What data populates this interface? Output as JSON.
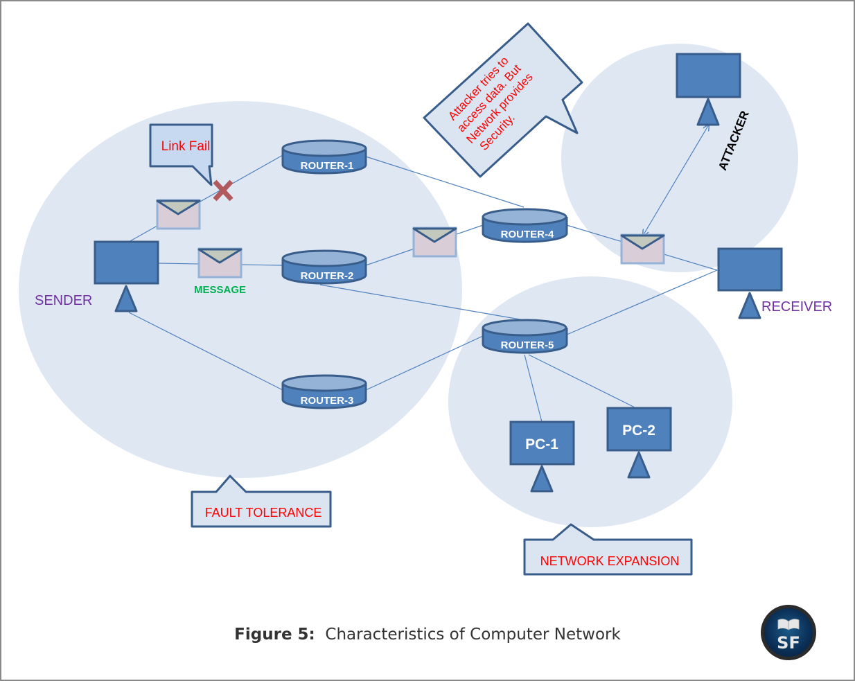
{
  "figure": {
    "caption_prefix": "Figure 5:",
    "caption_text": "Characteristics of Computer Network"
  },
  "colors": {
    "region_fill": "#dfe7f3",
    "node_fill": "#4f81bd",
    "node_stroke": "#385d8a",
    "router_top": "#95b3d7",
    "link": "#4f81bd",
    "envelope_body": "#d9cdd8",
    "envelope_flap": "#c4c9bd",
    "callout_fill": "#dbe5f1",
    "red_text": "#ff0000",
    "purple_text": "#7030a0",
    "green_text": "#00b050",
    "fail_x": "#b05a5e"
  },
  "nodes": {
    "sender": "SENDER",
    "receiver": "RECEIVER",
    "attacker": "ATTACKER",
    "router1": "ROUTER-1",
    "router2": "ROUTER-2",
    "router3": "ROUTER-3",
    "router4": "ROUTER-4",
    "router5": "ROUTER-5",
    "pc1": "PC-1",
    "pc2": "PC-2"
  },
  "labels": {
    "message": "MESSAGE",
    "link_fail": "Link Fail",
    "attacker_note": [
      "Attacker tries to",
      "access data. But",
      "Network provides",
      "Security."
    ],
    "fault_tolerance": "FAULT TOLERANCE",
    "network_expansion": "NETWORK EXPANSION"
  },
  "logo": {
    "text": "SF"
  }
}
